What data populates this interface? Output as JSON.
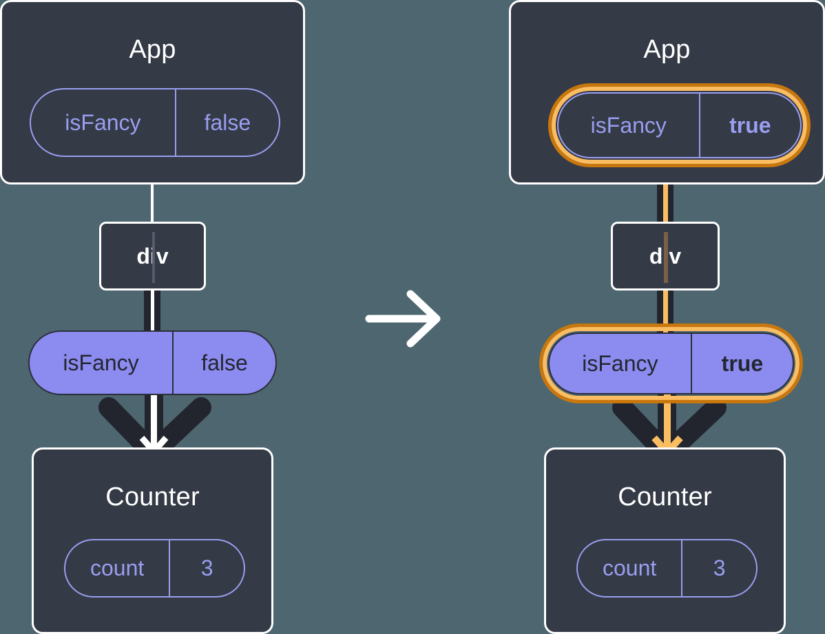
{
  "diagram": {
    "kind": "react-state-propagation-diagram",
    "background_color": "#4e6670",
    "panels": [
      {
        "id": "before",
        "highlighted": false,
        "root": {
          "name": "App",
          "label": "App"
        },
        "root_pill": {
          "key": "isFancy",
          "value": "false",
          "style": "outline",
          "highlighted": false,
          "value_bold": false
        },
        "element": {
          "label": "div"
        },
        "prop_pill": {
          "key": "isFancy",
          "value": "false",
          "style": "filled",
          "highlighted": false,
          "value_bold": false
        },
        "child": {
          "name": "Counter",
          "label": "Counter"
        },
        "child_pill": {
          "key": "count",
          "value": "3",
          "style": "outline",
          "highlighted": false,
          "value_bold": false
        },
        "sparkles": 0
      },
      {
        "id": "after",
        "highlighted": true,
        "root": {
          "name": "App",
          "label": "App"
        },
        "root_pill": {
          "key": "isFancy",
          "value": "true",
          "style": "outline",
          "highlighted": true,
          "value_bold": true
        },
        "element": {
          "label": "div"
        },
        "prop_pill": {
          "key": "isFancy",
          "value": "true",
          "style": "filled",
          "highlighted": true,
          "value_bold": true
        },
        "child": {
          "name": "Counter",
          "label": "Counter"
        },
        "child_pill": {
          "key": "count",
          "value": "3",
          "style": "outline",
          "highlighted": false,
          "value_bold": false
        },
        "sparkles": 2
      }
    ],
    "transition": {
      "icon": "right-arrow-icon",
      "color": "#ffffff"
    },
    "colors": {
      "background": "#4e6670",
      "box_fill": "#343a46",
      "box_border": "#ffffff",
      "pill_outline": "#9a9ef0",
      "pill_fill": "#8b8bf0",
      "pill_text_dark": "#23272f",
      "highlight_inner": "#fabd62",
      "highlight_outer": "#c8770f",
      "line_dark": "#22252e",
      "line_light": "#ffffff"
    }
  }
}
